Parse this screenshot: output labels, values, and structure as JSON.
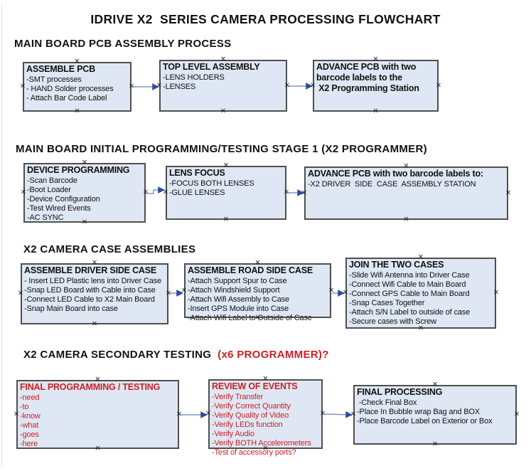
{
  "title": "IDRIVE X2  SERIES CAMERA PROCESSING FLOWCHART",
  "colors": {
    "box_fill": "#dee7f3",
    "box_border": "#4f4f4f",
    "arrow_line": "#7f98bc",
    "arrow_head": "#2d4d9e",
    "red_text": "#cd2026",
    "black_text": "#111111"
  },
  "sections": [
    {
      "heading": "MAIN BOARD PCB ASSEMBLY PROCESS",
      "heading_red": ""
    },
    {
      "heading": "MAIN BOARD INITIAL PROGRAMMING/TESTING STAGE 1 (X2 PROGRAMMER)",
      "heading_red": ""
    },
    {
      "heading": "X2 CAMERA CASE ASSEMBLIES",
      "heading_red": ""
    },
    {
      "heading": "X2 CAMERA SECONDARY TESTING",
      "heading_red": "  (x6 PROGRAMMER)?"
    }
  ],
  "boxes": [
    {
      "name": "assemble-pcb",
      "red": false,
      "title": "ASSEMBLE PCB",
      "items": [
        "-SMT processes",
        "- HAND Solder processes",
        "- Attach Bar Code Label"
      ]
    },
    {
      "name": "top-level-assembly",
      "red": false,
      "title": "TOP LEVEL ASSEMBLY",
      "items": [
        "-LENS HOLDERS",
        "-LENSES"
      ]
    },
    {
      "name": "advance-pcb-to-programming-station",
      "red": false,
      "title": "ADVANCE PCB with two\nbarcode labels to the\n X2 Programming Station",
      "items": []
    },
    {
      "name": "device-programming",
      "red": false,
      "title": "DEVICE PROGRAMMING",
      "items": [
        "-Scan Barcode",
        "-Boot Loader",
        "-Device Configuration",
        "-Test Wired Events",
        "-AC SYNC"
      ]
    },
    {
      "name": "lens-focus",
      "red": false,
      "title": "LENS FOCUS",
      "items": [
        "-FOCUS BOTH LENSES",
        "-GLUE LENSES"
      ]
    },
    {
      "name": "advance-pcb-to-driver-side-station",
      "red": false,
      "title": "ADVANCE PCB with two barcode labels to:",
      "items": [
        "-X2 DRIVER  SIDE  CASE  ASSEMBLY STATION"
      ]
    },
    {
      "name": "assemble-driver-side-case",
      "red": false,
      "title": "ASSEMBLE DRIVER SIDE CASE",
      "items": [
        "- Insert LED Plastic lens into Driver Case",
        "-Snap LED Board with Cable into Case",
        "-Connect LED Cable to X2 Main Board",
        "-Snap Main Board into case"
      ]
    },
    {
      "name": "assemble-road-side-case",
      "red": false,
      "title": "ASSEMBLE ROAD SIDE CASE",
      "items": [
        "-Attach Support Spur to Case",
        "-Attach Windshield Support",
        "-Attach Wifi Assembly to Case",
        "-Insert GPS Module into Case",
        "-Attach Wifi Label to Outside of Case"
      ]
    },
    {
      "name": "join-the-two-cases",
      "red": false,
      "title": "JOIN THE TWO CASES",
      "items": [
        "-Slide Wifi Antenna into Driver Case",
        "-Connect Wifi Cable to Main Board",
        "-Connect GPS Cable to Main Board",
        "-Snap Cases Together",
        "-Attach S/N Label to outside of case",
        "-Secure cases with Screw"
      ]
    },
    {
      "name": "final-programming-testing",
      "red": true,
      "title": "FINAL PROGRAMMING / TESTING",
      "items": [
        "-need",
        "-to",
        "-know",
        "-what",
        "-goes",
        "-here"
      ]
    },
    {
      "name": "review-of-events",
      "red": true,
      "title": "REVIEW OF EVENTS",
      "items": [
        "-Verify Transfer",
        "-Verify Correct Quantity",
        "-Verify Quality of Video",
        "-Verify LEDs function",
        "-Verify Audio",
        "-Verify BOTH Accelerometers",
        "-Test of accessory ports?"
      ]
    },
    {
      "name": "final-processing",
      "red": false,
      "title": "FINAL PROCESSING",
      "items": [
        " -Check Final Box",
        "-Place In Bubble wrap Bag and BOX",
        "-Place Barcode Label on Exterior or Box"
      ]
    }
  ]
}
